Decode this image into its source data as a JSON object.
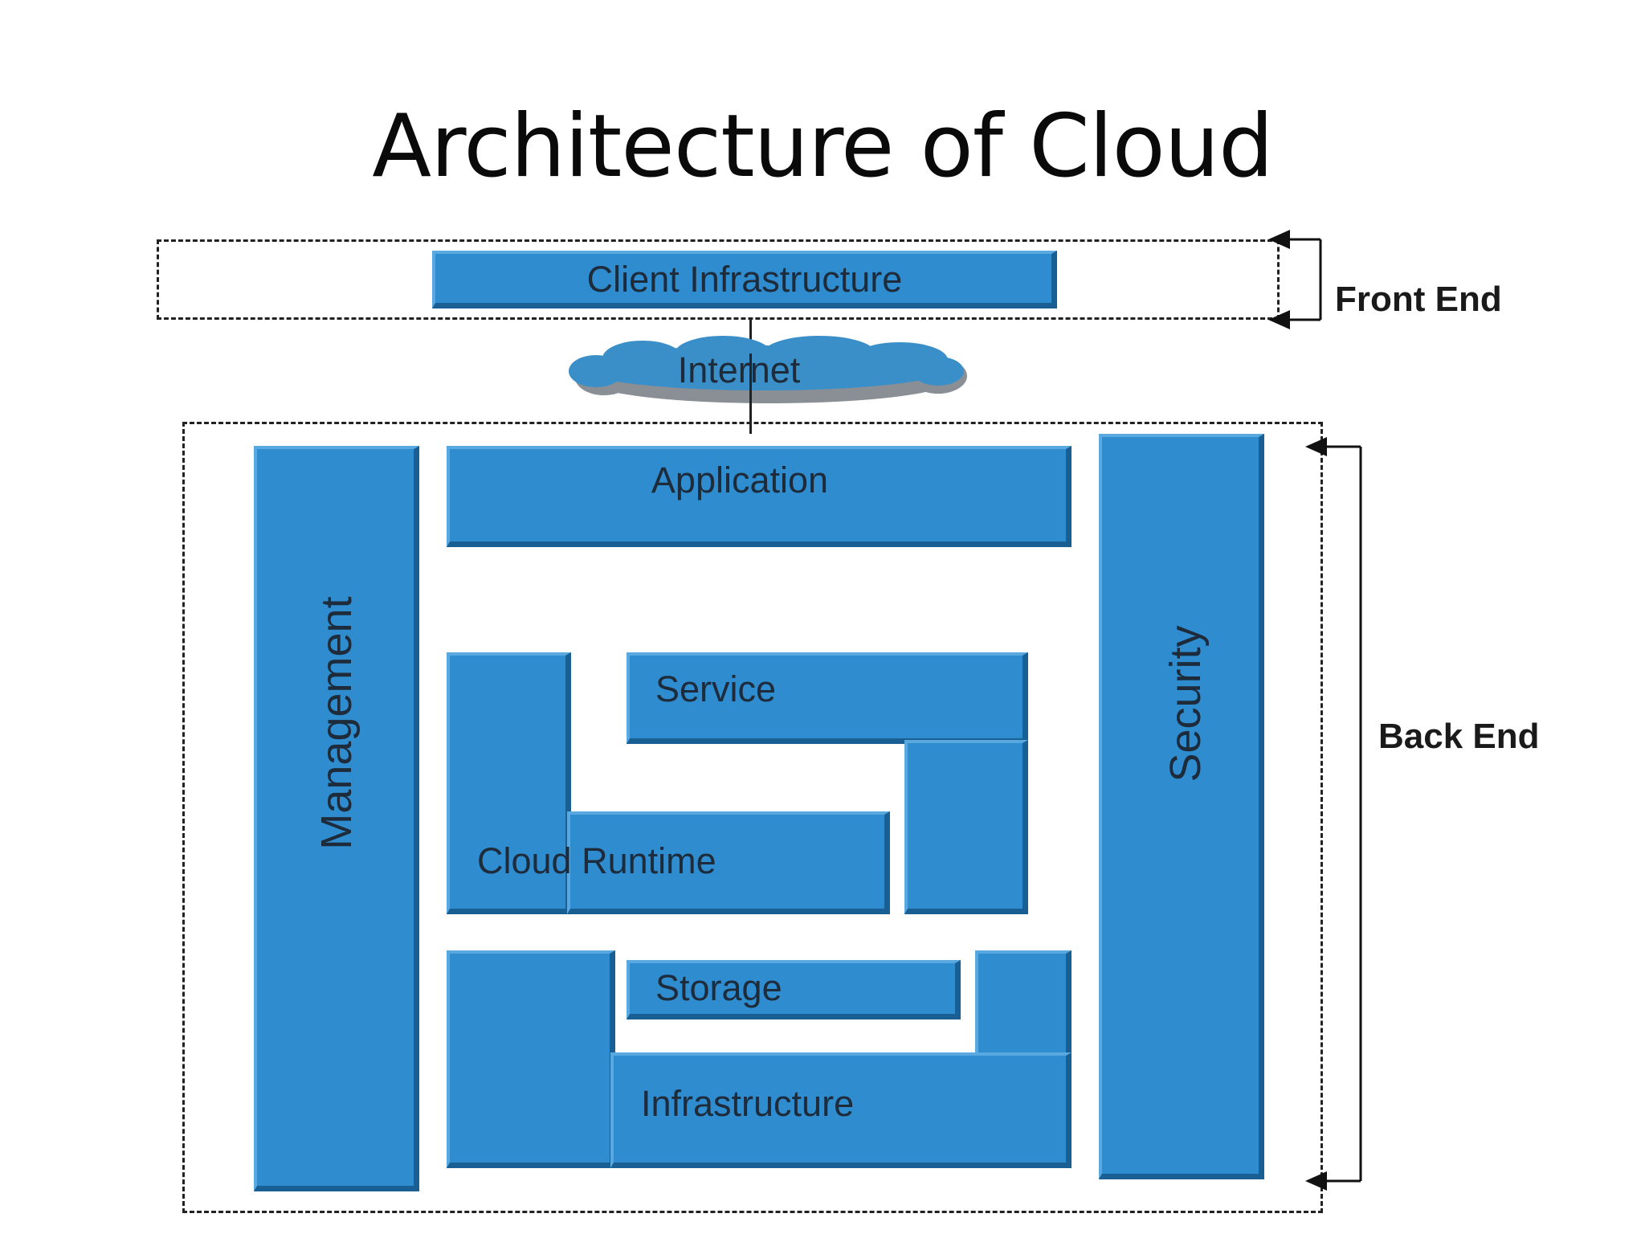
{
  "title": "Architecture of Cloud",
  "front_end": {
    "label": "Front End",
    "client_infrastructure": "Client Infrastructure"
  },
  "network": {
    "internet": "Internet"
  },
  "back_end": {
    "label": "Back End",
    "application": "Application",
    "management": "Management",
    "security": "Security",
    "service": "Service",
    "cloud_runtime": "Cloud Runtime",
    "storage": "Storage",
    "infrastructure": "Infrastructure"
  },
  "colors": {
    "block_fill": "#2f8ccf",
    "block_shadow": "#1a5f94",
    "cloud_fill": "#3b8fc9",
    "cloud_shadow": "#8a8f96"
  }
}
